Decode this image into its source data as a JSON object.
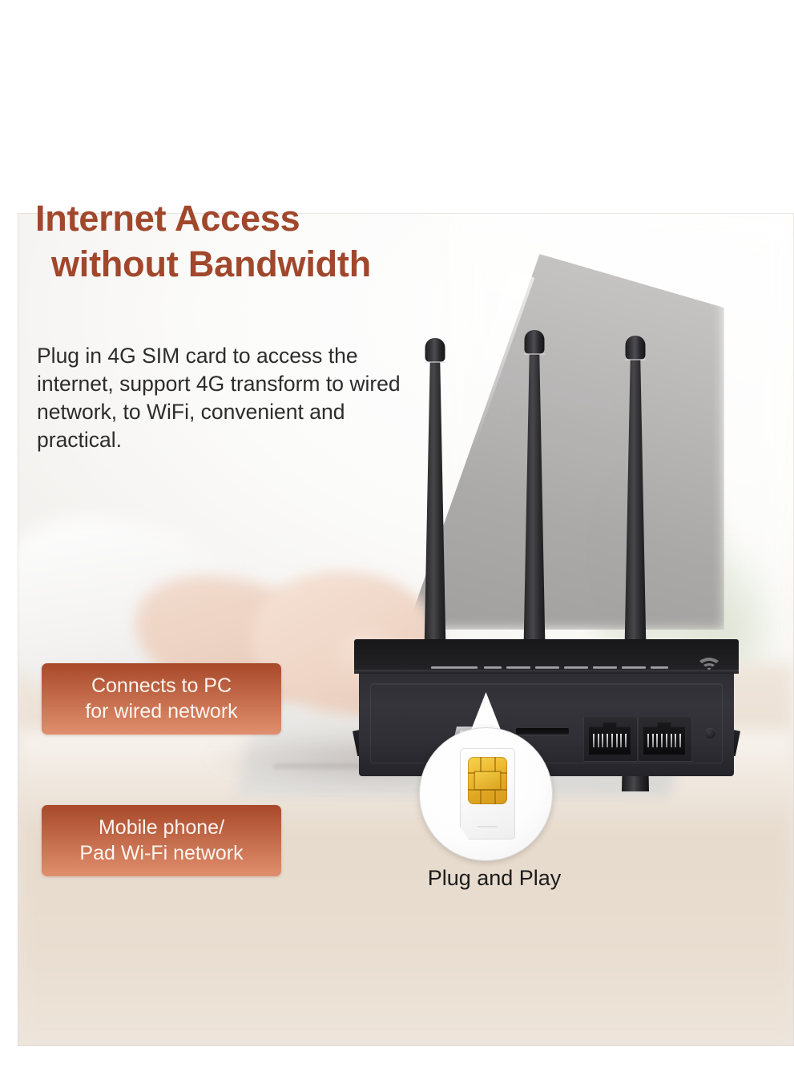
{
  "headline": {
    "line1": "Internet Access",
    "line2": "without Bandwidth",
    "color": "#a0472c"
  },
  "body_copy": "Plug in 4G SIM card to access the internet, support 4G transform to wired network, to WiFi, convenient and practical.",
  "badges": [
    {
      "line1": "Connects to PC",
      "line2": "for wired network",
      "gradient_top": "#a8492a",
      "gradient_bottom": "#e08f6e"
    },
    {
      "line1": "Mobile phone/",
      "line2": "Pad Wi-Fi network",
      "gradient_top": "#a8492a",
      "gradient_bottom": "#e08f6e"
    }
  ],
  "caption": "Plug and Play",
  "product": {
    "name": "4G LTE industrial router",
    "body_color": "#2e2e33",
    "antennas": 3,
    "ports": {
      "usb": "micro-usb-port",
      "sim": "sim-card-slot",
      "ethernet": [
        "rj45-port-1",
        "rj45-port-2"
      ],
      "reset": "reset-button"
    },
    "top_marking": "wifi-logo",
    "mounting": [
      "bracket-left",
      "bracket-right"
    ]
  },
  "magnifier": {
    "subject": "sim-card",
    "chip_color": "#e8b52c",
    "card_color": "#ffffff"
  },
  "background": {
    "scene": "blurred office desk with hands typing on laptop",
    "desk_tone": "#e9ded1"
  }
}
